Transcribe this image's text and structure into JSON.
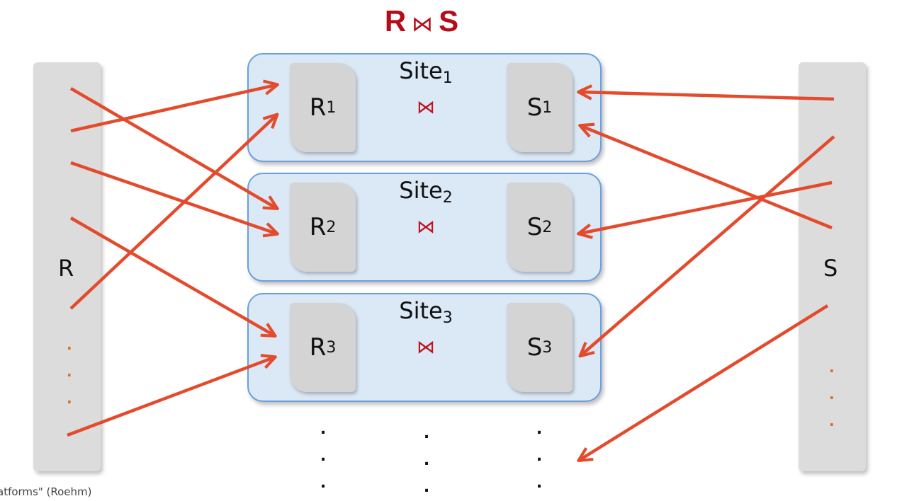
{
  "title": {
    "left": "R",
    "join": "⋈",
    "right": "S"
  },
  "relations": {
    "r_label": "R",
    "s_label": "S",
    "dots": ": . :"
  },
  "sites": [
    {
      "name": "Site",
      "sub": "1",
      "r_frag": "R",
      "s_frag": "S",
      "join": "⋈"
    },
    {
      "name": "Site",
      "sub": "2",
      "r_frag": "R",
      "s_frag": "S",
      "join": "⋈"
    },
    {
      "name": "Site",
      "sub": "3",
      "r_frag": "R",
      "s_frag": "S",
      "join": "⋈"
    }
  ],
  "caption": "atforms\" (Roehm)",
  "colors": {
    "arrow": "#e44a2c",
    "join_red": "#c0101c",
    "site_fill": "#dbe8f6",
    "site_border": "#6aa0dc",
    "bar_gray": "#dcdcdc"
  }
}
